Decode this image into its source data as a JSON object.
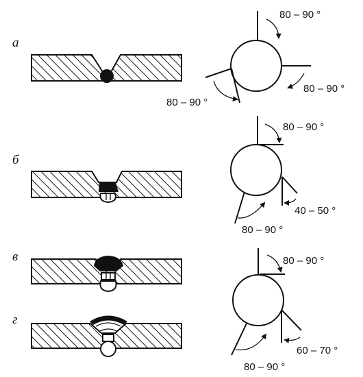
{
  "figure": {
    "rows": [
      {
        "id": "a",
        "letter": "а",
        "angles": [
          "80 – 90 °",
          "80 – 90 °",
          "80 – 90 °"
        ]
      },
      {
        "id": "b",
        "letter": "б",
        "angles": [
          "80 – 90 °",
          "40 – 50 °",
          "80 – 90 °"
        ]
      },
      {
        "id": "v",
        "letter": "в",
        "angles": [
          "80 – 90 °"
        ]
      },
      {
        "id": "g",
        "letter": "г",
        "angles": [
          "60 – 70 °",
          "80 – 90 °"
        ]
      }
    ]
  }
}
